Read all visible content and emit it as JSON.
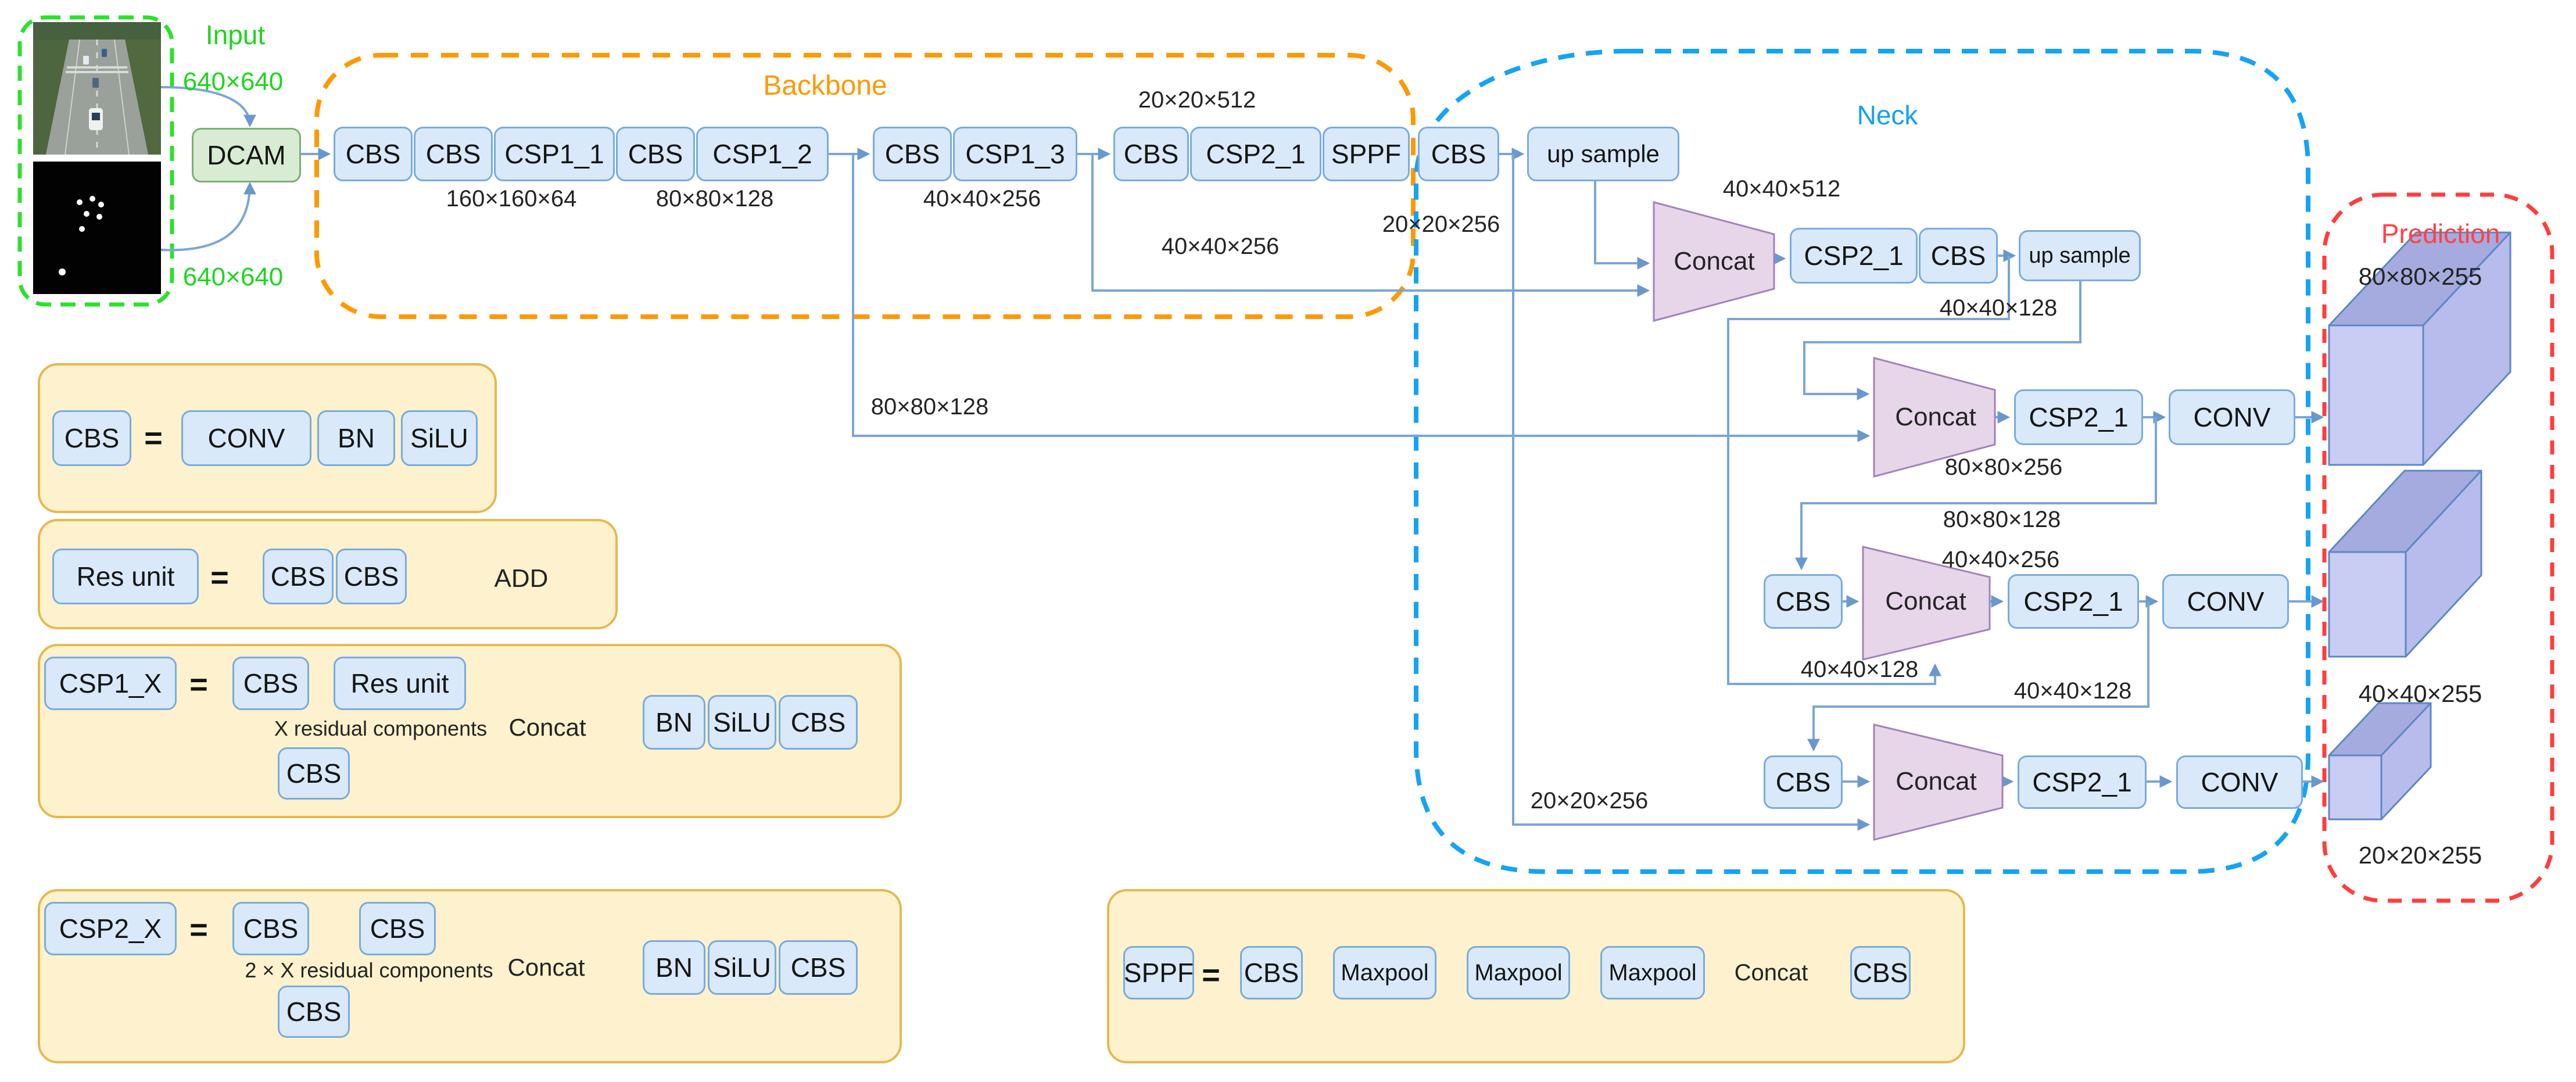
{
  "input": {
    "title": "Input",
    "size_top": "640×640",
    "size_bottom": "640×640",
    "dcam_label": "DCAM"
  },
  "titles": {
    "backbone": "Backbone",
    "neck": "Neck",
    "prediction": "Prediction"
  },
  "eq": "=",
  "backbone": {
    "nodes": [
      "CBS",
      "CBS",
      "CSP1_1",
      "CBS",
      "CSP1_2",
      "CBS",
      "CSP1_3",
      "CBS",
      "CSP2_1",
      "SPPF",
      "CBS"
    ],
    "upsample": "up sample"
  },
  "neck": {
    "rowA": {
      "concat": "Concat",
      "csp": "CSP2_1",
      "cbs": "CBS",
      "upsample": "up sample"
    },
    "rowB": {
      "concat": "Concat",
      "csp": "CSP2_1",
      "conv": "CONV"
    },
    "rowC": {
      "cbs": "CBS",
      "concat": "Concat",
      "csp": "CSP2_1",
      "conv": "CONV"
    },
    "rowD": {
      "cbs": "CBS",
      "concat": "Concat",
      "csp": "CSP2_1",
      "conv": "CONV"
    }
  },
  "dims": {
    "b160": "160×160×64",
    "b80": "80×80×128",
    "b40": "40×40×256",
    "t20": "20×20×512",
    "r20": "20×20×256",
    "l40": "40×40×256",
    "long80": "80×80×128",
    "a512": "40×40×512",
    "a128": "40×40×128",
    "b256": "80×80×256",
    "b128": "80×80×128",
    "c256": "40×40×256",
    "c128l": "40×40×128",
    "c128r": "40×40×128",
    "d20": "20×20×256"
  },
  "outputs": [
    "80×80×255",
    "40×40×255",
    "20×20×255"
  ],
  "legends": {
    "cbs": {
      "term": "CBS",
      "conv": "CONV",
      "bn": "BN",
      "silu": "SiLU"
    },
    "res": {
      "term": "Res unit",
      "cbs1": "CBS",
      "cbs2": "CBS",
      "add": "ADD"
    },
    "csp1": {
      "term": "CSP1_X",
      "cbs": "CBS",
      "res": "Res unit",
      "note": "X residual components",
      "cbs_low": "CBS",
      "concat": "Concat",
      "bn": "BN",
      "silu": "SiLU",
      "cbs_out": "CBS"
    },
    "csp2": {
      "term": "CSP2_X",
      "cbs1": "CBS",
      "cbs2": "CBS",
      "note": "2 × X residual components",
      "cbs_low": "CBS",
      "concat": "Concat",
      "bn": "BN",
      "silu": "SiLU",
      "cbs_out": "CBS"
    },
    "sppf": {
      "term": "SPPF",
      "cbs_in": "CBS",
      "mp1": "Maxpool",
      "mp2": "Maxpool",
      "mp3": "Maxpool",
      "concat": "Concat",
      "cbs_out": "CBS"
    }
  }
}
